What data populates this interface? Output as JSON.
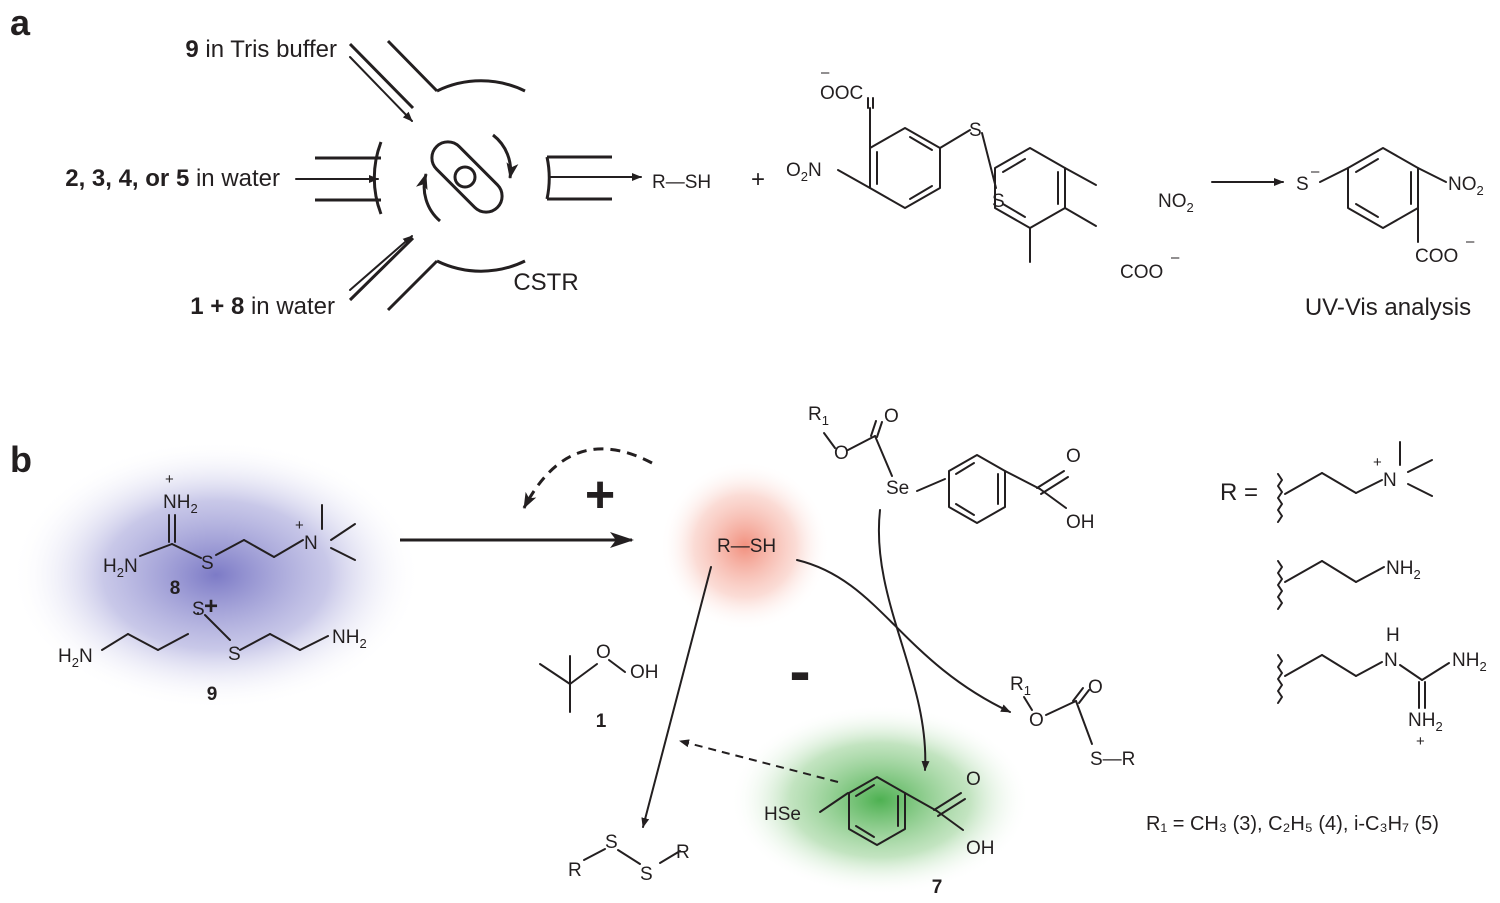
{
  "panels": {
    "a": "a",
    "b": "b"
  },
  "panel_a": {
    "feed_top_num": "9",
    "feed_top_text": " in Tris buffer",
    "feed_mid_num": "2, 3, 4, or 5",
    "feed_mid_text": " in water",
    "feed_bot_num": "1 + 8",
    "feed_bot_text": " in water",
    "reactor_label": "CSTR",
    "thiol": "R—SH",
    "plus": "+",
    "reagent": {
      "ooc": "OOC",
      "o2n": "O",
      "o2n_sub": "2",
      "o2n_n": "N",
      "s1": "S",
      "s2": "S",
      "no2": "NO",
      "no2_sub": "2",
      "coo": "COO",
      "neg": "–"
    },
    "product": {
      "s": "S",
      "neg": "–",
      "no2": "NO",
      "no2_sub": "2",
      "coo": "COO"
    },
    "analysis": "UV-Vis analysis"
  },
  "panel_b": {
    "cmpd8": {
      "nh2_top": "NH",
      "sub2": "2",
      "h2n": "H",
      "h2n_n": "N",
      "s": "S",
      "n": "N",
      "label": "8",
      "plus": "+"
    },
    "cmpd9": {
      "h2n": "H",
      "h2n_n": "N",
      "s1": "S",
      "s2": "S",
      "nh2": "NH",
      "sub2": "2",
      "label": "9"
    },
    "positive_feedback": "+",
    "negative_feedback": "-",
    "thiol": "R—SH",
    "cmpd1": {
      "o": "O",
      "oh": "OH",
      "label": "1"
    },
    "selenoester": {
      "r1": "R",
      "r1_sub": "1",
      "o1": "O",
      "o2": "O",
      "se": "Se",
      "o3": "O",
      "oh": "OH"
    },
    "thioester": {
      "r1": "R",
      "r1_sub": "1",
      "o1": "O",
      "o2": "O",
      "sr": "S—R"
    },
    "disulfide": {
      "r1": "R",
      "s1": "S",
      "s2": "S",
      "r2": "R"
    },
    "cmpd7": {
      "hse": "HSe",
      "o": "O",
      "oh": "OH",
      "label": "7"
    },
    "r_def": {
      "r_eq": "R =",
      "n_plus": "+",
      "n": "N",
      "nh2": "NH",
      "nh": "H",
      "nh_n": "N",
      "nh2b": "NH",
      "nh2c": "NH",
      "sub2": "2",
      "plus": "+"
    },
    "r1_def": "R₁ = CH₃ (3), C₂H₅ (4), i-C₃H₇ (5)"
  },
  "colors": {
    "blue_glow": "#7a78c4",
    "red_glow": "#f08a78",
    "green_glow": "#4cb04c",
    "ink": "#231f20"
  }
}
